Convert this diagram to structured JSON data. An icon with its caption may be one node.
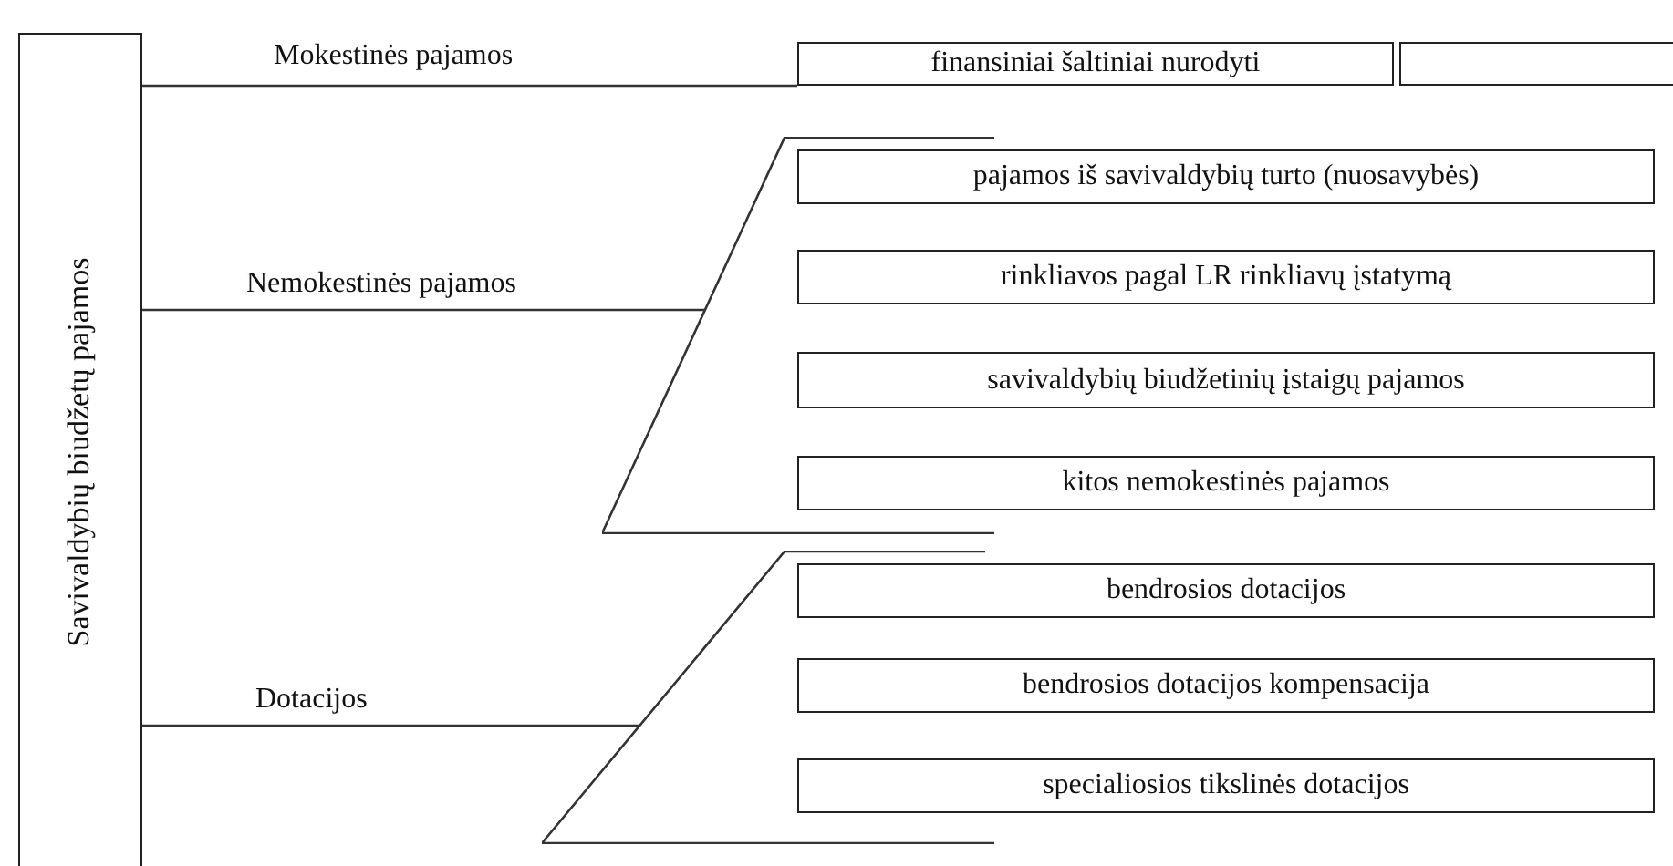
{
  "diagram": {
    "nodes": [
      {
        "text": [
          "Savivaldybių biudžetų pajamos"
        ]
      },
      {
        "text": [
          "finansiniai šaltiniai nurodyti"
        ]
      },
      {
        "text": [],
        "shape": "box"
      },
      {
        "text": [],
        "shape": "bracket"
      },
      {
        "text": [
          "pajamos iš savivaldybių turto (nuosavybės)"
        ]
      },
      {
        "text": [
          "rinkliavos pagal LR rinkliavų įstatymą"
        ]
      },
      {
        "text": [
          "savivaldybių biudžetinių įstaigų pajamos"
        ]
      },
      {
        "text": [
          "kitos nemokestinės pajamos"
        ]
      },
      {
        "text": [],
        "shape": "bracket"
      },
      {
        "text": [
          "bendrosios dotacijos"
        ]
      },
      {
        "text": [
          "bendrosios dotacijos kompensacija"
        ]
      },
      {
        "text": [
          "specialiosios tikslinės dotacijos"
        ]
      }
    ],
    "edges": [
      {
        "from": 0,
        "to": 1,
        "arrow": "none",
        "label": "Mokestinės pajamos"
      },
      {
        "from": 0,
        "to": 3,
        "arrow": "none",
        "label": "Nemokestinės pajamos"
      },
      {
        "from": 0,
        "to": 8,
        "arrow": "none",
        "label": "Dotacijos"
      }
    ]
  }
}
